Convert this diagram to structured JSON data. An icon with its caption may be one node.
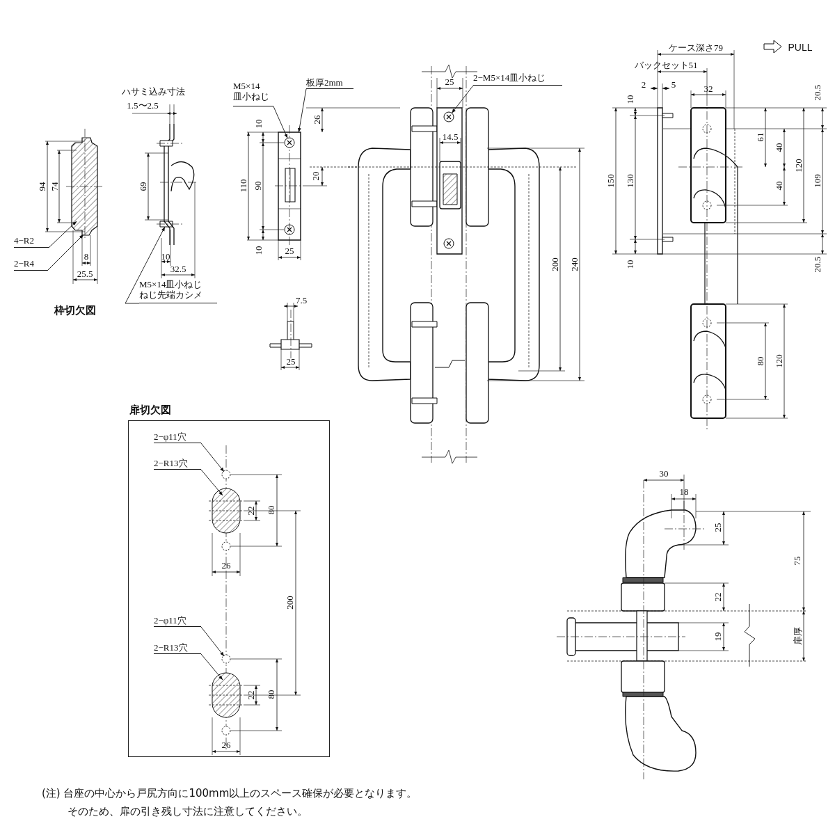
{
  "diagram": {
    "nodes": [
      {
        "text": [
          "4−R2"
        ]
      },
      {
        "text": [
          "2−R4"
        ]
      },
      {
        "text": [
          "M5×14皿小ねじ",
          "ねじ先端カシメ"
        ]
      },
      {
        "text": [
          "M5×14",
          "皿小ねじ"
        ]
      },
      {
        "text": [
          "板厚2mm"
        ]
      },
      {
        "text": [
          "2−M5×14皿小ねじ"
        ]
      },
      {
        "text": [
          "扉切欠図"
        ]
      },
      {
        "text": [
          "2−φ11穴"
        ],
        "in": 6
      },
      {
        "text": [
          "2−R13穴"
        ],
        "in": 6
      },
      {
        "text": [
          "2−φ11穴"
        ],
        "in": 6
      },
      {
        "text": [
          "2−R13穴"
        ],
        "in": 6
      },
      {
        "text": [],
        "shape": "box"
      },
      {
        "text": [],
        "shape": "box"
      },
      {
        "text": [],
        "shape": "circle",
        "in": 12
      },
      {
        "text": [],
        "shape": "circle"
      }
    ],
    "edges": [
      {
        "from": 0,
        "to": null,
        "arrow": "to"
      },
      {
        "from": 1,
        "to": null,
        "arrow": "to"
      },
      {
        "from": 2,
        "to": 11,
        "arrow": "to"
      },
      {
        "from": 3,
        "to": 13,
        "arrow": "to"
      },
      {
        "from": 4,
        "to": 12,
        "arrow": "to"
      },
      {
        "from": 5,
        "to": 14,
        "arrow": "to"
      },
      {
        "from": 7,
        "to": null,
        "arrow": "to"
      },
      {
        "from": 8,
        "to": null,
        "arrow": "to"
      },
      {
        "from": 9,
        "to": null,
        "arrow": "to"
      },
      {
        "from": 10,
        "to": null,
        "arrow": "to"
      }
    ],
    "labels": [
      "94",
      "74",
      "8",
      "25.5",
      "枠切欠図",
      "ハサミ込み寸法",
      "1.5〜2.5",
      "69",
      "10",
      "32.5",
      "10",
      "110",
      "90",
      "10",
      "25",
      "26",
      "20",
      "7.5",
      "25",
      "25",
      "14.5",
      "200",
      "240",
      "ケース深さ79",
      "PULL",
      "バックセット51",
      "2",
      "5",
      "32",
      "10",
      "150",
      "130",
      "10",
      "61",
      "40",
      "40",
      "120",
      "109",
      "20.5",
      "20.5",
      "80",
      "120",
      "22",
      "80",
      "26",
      "200",
      "22",
      "80",
      "26",
      "30",
      "18",
      "25",
      "75",
      "22",
      "19",
      "扉厚",
      "(注) 台座の中心から戸尻方向に100mm以上のスペース確保が必要となります。",
      "そのため、扉の引き残し寸法に注意してください。"
    ]
  }
}
